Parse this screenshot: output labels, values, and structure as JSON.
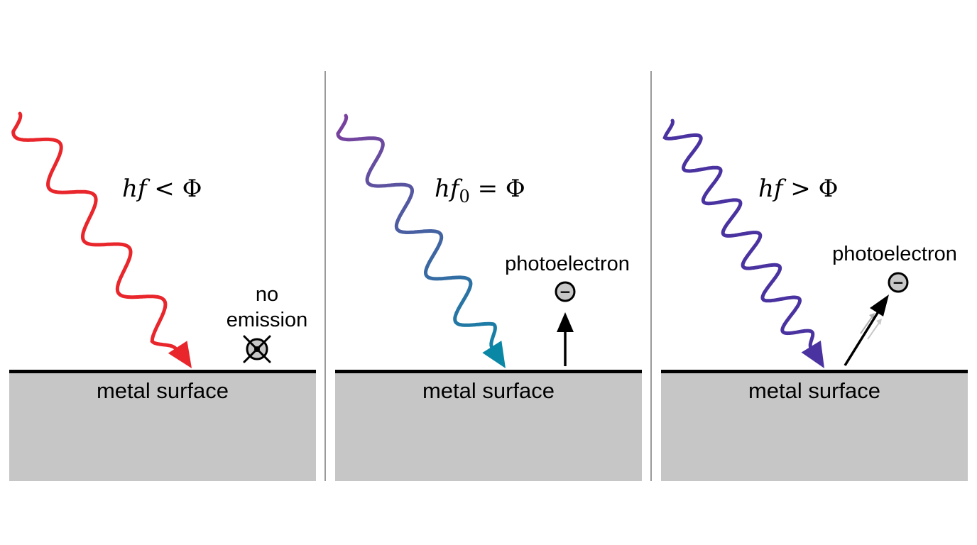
{
  "panels": [
    {
      "equation": {
        "lhs": "hf",
        "sub": "",
        "op": "<",
        "rhs": "Φ"
      },
      "surface_label": "metal surface",
      "result_lines": [
        "no",
        "emission"
      ],
      "wave_color": "#e8262b"
    },
    {
      "equation": {
        "lhs": "hf",
        "sub": "0",
        "op": "=",
        "rhs": "Φ"
      },
      "surface_label": "metal surface",
      "result_label": "photoelectron",
      "electron_symbol": "−",
      "wave_colors": [
        "#7b3f9e",
        "#0b87a6"
      ]
    },
    {
      "equation": {
        "lhs": "hf",
        "sub": "",
        "op": ">",
        "rhs": "Φ"
      },
      "surface_label": "metal surface",
      "result_label": "photoelectron",
      "electron_symbol": "−",
      "wave_color": "#4a33a0"
    }
  ],
  "colors": {
    "surface_fill": "#c6c6c6",
    "surface_edge": "#000000",
    "divider": "#9a9a9a",
    "electron_fill": "#c8c8c8"
  }
}
